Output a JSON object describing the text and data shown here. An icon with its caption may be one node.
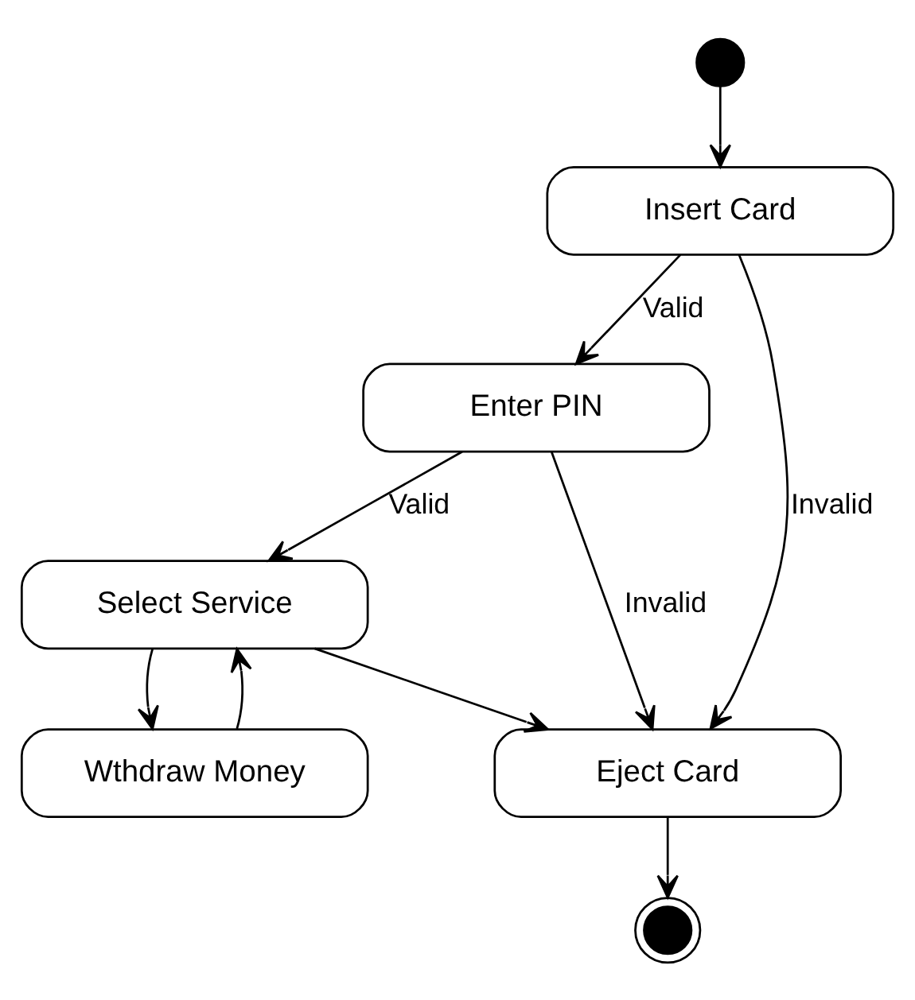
{
  "diagram": {
    "nodes": [
      {
        "text": [],
        "shape": "circle"
      },
      {
        "text": [
          "Insert Card"
        ]
      },
      {
        "text": [
          "Enter PIN"
        ]
      },
      {
        "text": [
          "Select Service"
        ]
      },
      {
        "text": [
          "Wthdraw Money"
        ]
      },
      {
        "text": [
          "Eject Card"
        ]
      },
      {
        "text": [],
        "shape": "bullseye"
      }
    ],
    "edges": [
      {
        "from": 0,
        "to": 1,
        "arrow": "to"
      },
      {
        "from": 1,
        "to": 2,
        "arrow": "to",
        "label": "Valid"
      },
      {
        "from": 1,
        "to": 5,
        "arrow": "to",
        "label": "Invalid"
      },
      {
        "from": 2,
        "to": 3,
        "arrow": "to",
        "label": "Valid"
      },
      {
        "from": 2,
        "to": 5,
        "arrow": "to",
        "label": "Invalid"
      },
      {
        "from": 3,
        "to": 5,
        "arrow": "to"
      },
      {
        "from": 3,
        "to": 4,
        "arrow": "to"
      },
      {
        "from": 4,
        "to": 3,
        "arrow": "to"
      },
      {
        "from": 5,
        "to": 6,
        "arrow": "to"
      }
    ]
  }
}
